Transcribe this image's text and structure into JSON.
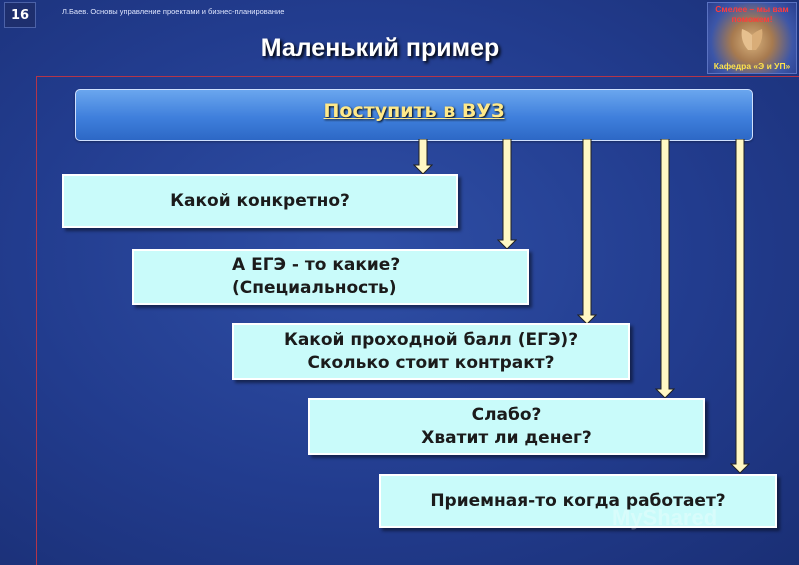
{
  "header": {
    "slide_number": "16",
    "author_line": "Л.Баев. Основы управление проектами и бизнес-планирование"
  },
  "logo": {
    "top_text": "Смелее – мы вам поможем!",
    "bottom_text": "Кафедра «Э и УП»"
  },
  "title": "Маленький пример",
  "goal": "Поступить в ВУЗ",
  "questions": [
    {
      "lines": [
        "Какой конкретно?"
      ]
    },
    {
      "lines": [
        "А ЕГЭ - то какие?",
        "(Специальность)"
      ]
    },
    {
      "lines": [
        "Какой проходной балл (ЕГЭ)?",
        "Сколько стоит контракт?"
      ]
    },
    {
      "lines": [
        "Слабо?",
        "Хватит ли денег?"
      ]
    },
    {
      "lines": [
        "Приемная-то когда работает?"
      ]
    }
  ],
  "watermark": "MyShared",
  "colors": {
    "background": "#223c8e",
    "goal_box": "#3f7fdc",
    "goal_text": "#ffe98a",
    "question_box": "#c9fbfa",
    "arrow": "#fff8c4"
  }
}
